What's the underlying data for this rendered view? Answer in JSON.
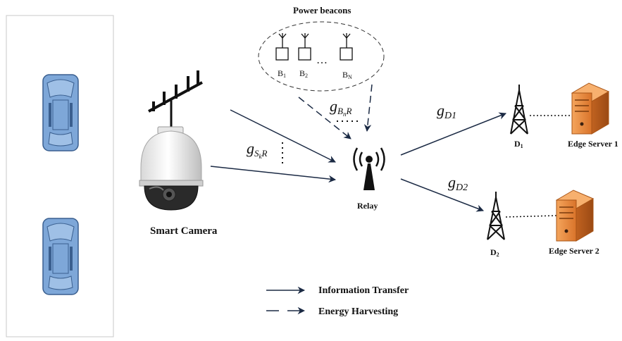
{
  "labels": {
    "power_beacons": "Power beacons",
    "b1": "B",
    "b1_sub": "1",
    "b2": "B",
    "b2_sub": "2",
    "bn": "B",
    "bn_sub": "N",
    "ellipsis": "…",
    "smart_camera": "Smart Camera",
    "relay": "Relay",
    "d1": "D",
    "d1_sub": "1",
    "d2": "D",
    "d2_sub": "2",
    "edge_server_1": "Edge Server 1",
    "edge_server_2": "Edge Server 2"
  },
  "channels": {
    "g_sr_main": "g",
    "g_sr_sub": "S",
    "g_sr_subsub": "k",
    "g_sr_tail": "R",
    "g_br_main": "g",
    "g_br_sub": "B",
    "g_br_subsub": "n",
    "g_br_tail": "R",
    "g_d1_main": "g",
    "g_d1_sub": "D1",
    "g_d2_main": "g",
    "g_d2_sub": "D2"
  },
  "legend": {
    "information_transfer": "Information Transfer",
    "energy_harvesting": "Energy Harvesting"
  },
  "colors": {
    "car_fill": "#7ea7d8",
    "car_stroke": "#3a5f8f",
    "server_orange": "#e98a3c",
    "server_dark": "#b85e1e",
    "line": "#1b2a44"
  }
}
